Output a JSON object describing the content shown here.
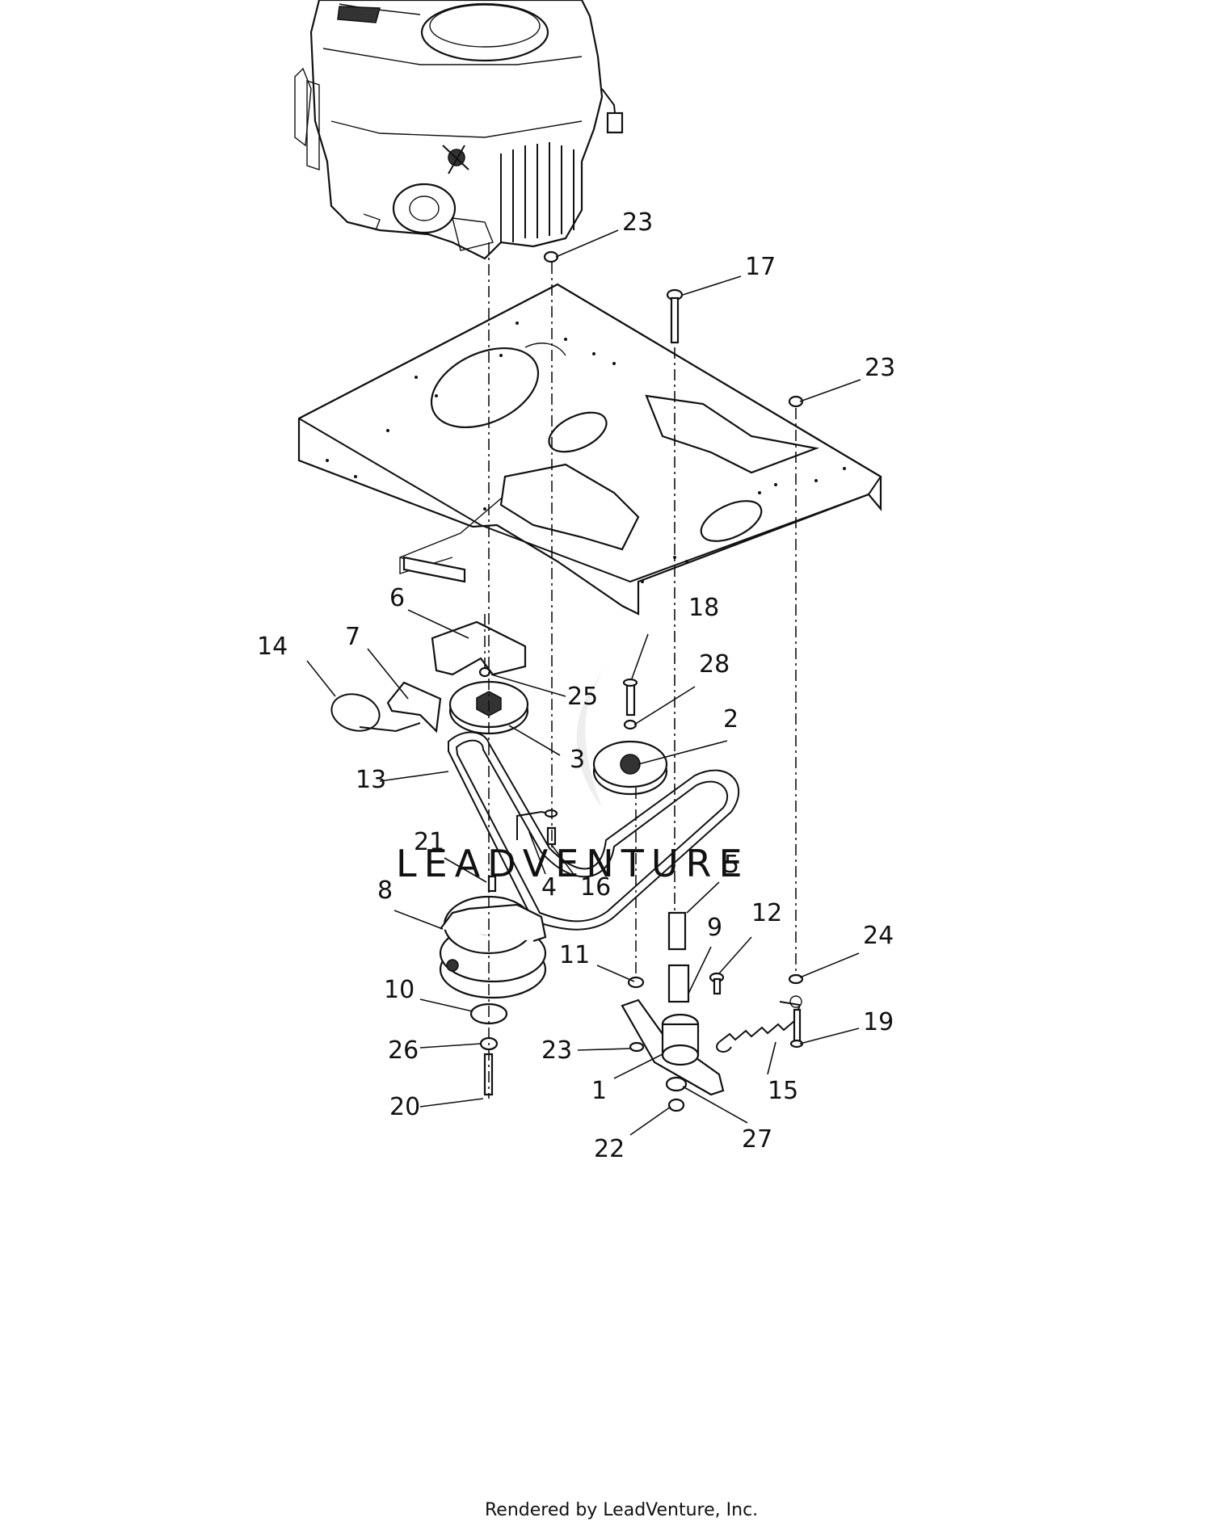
{
  "diagram": {
    "callouts": [
      {
        "id": "1",
        "label": "1"
      },
      {
        "id": "2",
        "label": "2"
      },
      {
        "id": "3",
        "label": "3"
      },
      {
        "id": "4",
        "label": "4"
      },
      {
        "id": "5",
        "label": "5"
      },
      {
        "id": "6",
        "label": "6"
      },
      {
        "id": "7",
        "label": "7"
      },
      {
        "id": "8",
        "label": "8"
      },
      {
        "id": "9",
        "label": "9"
      },
      {
        "id": "10",
        "label": "10"
      },
      {
        "id": "11",
        "label": "11"
      },
      {
        "id": "12",
        "label": "12"
      },
      {
        "id": "13",
        "label": "13"
      },
      {
        "id": "14",
        "label": "14"
      },
      {
        "id": "15",
        "label": "15"
      },
      {
        "id": "16",
        "label": "16"
      },
      {
        "id": "17",
        "label": "17"
      },
      {
        "id": "18",
        "label": "18"
      },
      {
        "id": "19",
        "label": "19"
      },
      {
        "id": "20",
        "label": "20"
      },
      {
        "id": "21",
        "label": "21"
      },
      {
        "id": "22",
        "label": "22"
      },
      {
        "id": "23a",
        "label": "23"
      },
      {
        "id": "23b",
        "label": "23"
      },
      {
        "id": "23c",
        "label": "23"
      },
      {
        "id": "24",
        "label": "24"
      },
      {
        "id": "25",
        "label": "25"
      },
      {
        "id": "26",
        "label": "26"
      },
      {
        "id": "27",
        "label": "27"
      },
      {
        "id": "28",
        "label": "28"
      }
    ],
    "watermark": "LEADVENTURE"
  },
  "footer": {
    "text": "Rendered by LeadVenture, Inc."
  }
}
